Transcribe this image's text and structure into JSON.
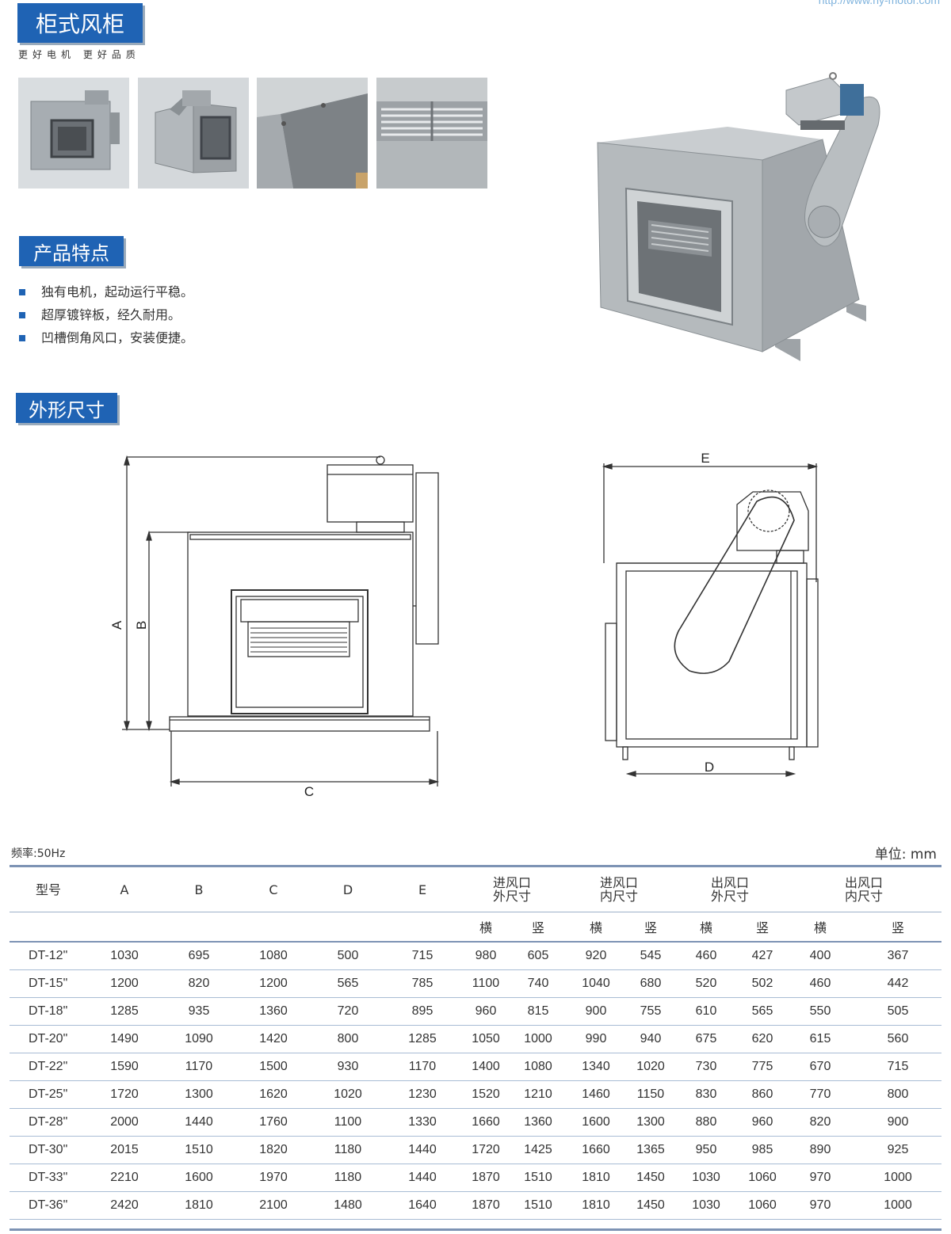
{
  "header": {
    "url": "http://www.hy-motor.com",
    "title": "柜式风柜",
    "subtitle": "更好电机  更好品质"
  },
  "thumbnails": [
    {
      "icon": "cabinet-front-photo"
    },
    {
      "icon": "cabinet-side-photo"
    },
    {
      "icon": "flange-corner-photo"
    },
    {
      "icon": "impeller-inside-photo"
    }
  ],
  "features": {
    "title": "产品特点",
    "items": [
      "独有电机，起动运行平稳。",
      "超厚镀锌板，经久耐用。",
      "凹槽倒角风口，安装便捷。"
    ]
  },
  "dimensions": {
    "title": "外形尺寸",
    "labels": {
      "a": "A",
      "b": "B",
      "c": "C",
      "d": "D",
      "e": "E"
    }
  },
  "table": {
    "frequency": "频率:50Hz",
    "unit": "单位: mm",
    "headers": {
      "model": "型号",
      "a": "A",
      "b": "B",
      "c": "C",
      "d": "D",
      "e": "E",
      "inlet_outer": [
        "进风口",
        "外尺寸"
      ],
      "inlet_inner": [
        "进风口",
        "内尺寸"
      ],
      "outlet_outer": [
        "出风口",
        "外尺寸"
      ],
      "outlet_inner": [
        "出风口",
        "内尺寸"
      ],
      "h": "横",
      "v": "竖"
    },
    "rows": [
      [
        "DT-12\"",
        "1030",
        "695",
        "1080",
        "500",
        "715",
        "980",
        "605",
        "920",
        "545",
        "460",
        "427",
        "400",
        "367"
      ],
      [
        "DT-15\"",
        "1200",
        "820",
        "1200",
        "565",
        "785",
        "1100",
        "740",
        "1040",
        "680",
        "520",
        "502",
        "460",
        "442"
      ],
      [
        "DT-18\"",
        "1285",
        "935",
        "1360",
        "720",
        "895",
        "960",
        "815",
        "900",
        "755",
        "610",
        "565",
        "550",
        "505"
      ],
      [
        "DT-20\"",
        "1490",
        "1090",
        "1420",
        "800",
        "1285",
        "1050",
        "1000",
        "990",
        "940",
        "675",
        "620",
        "615",
        "560"
      ],
      [
        "DT-22\"",
        "1590",
        "1170",
        "1500",
        "930",
        "1170",
        "1400",
        "1080",
        "1340",
        "1020",
        "730",
        "775",
        "670",
        "715"
      ],
      [
        "DT-25\"",
        "1720",
        "1300",
        "1620",
        "1020",
        "1230",
        "1520",
        "1210",
        "1460",
        "1150",
        "830",
        "860",
        "770",
        "800"
      ],
      [
        "DT-28\"",
        "2000",
        "1440",
        "1760",
        "1100",
        "1330",
        "1660",
        "1360",
        "1600",
        "1300",
        "880",
        "960",
        "820",
        "900"
      ],
      [
        "DT-30\"",
        "2015",
        "1510",
        "1820",
        "1180",
        "1440",
        "1720",
        "1425",
        "1660",
        "1365",
        "950",
        "985",
        "890",
        "925"
      ],
      [
        "DT-33\"",
        "2210",
        "1600",
        "1970",
        "1180",
        "1440",
        "1870",
        "1510",
        "1810",
        "1450",
        "1030",
        "1060",
        "970",
        "1000"
      ],
      [
        "DT-36\"",
        "2420",
        "1810",
        "2100",
        "1480",
        "1640",
        "1870",
        "1510",
        "1810",
        "1450",
        "1030",
        "1060",
        "970",
        "1000"
      ]
    ]
  }
}
